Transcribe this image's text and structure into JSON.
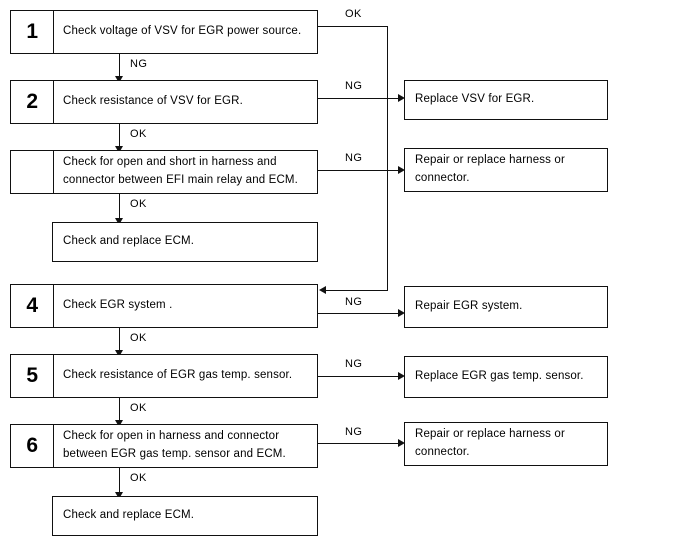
{
  "diagram": {
    "title": "EGR system troubleshooting flowchart",
    "type": "flowchart",
    "colors": {
      "line": "#111111",
      "text": "#000000",
      "background": "#ffffff"
    },
    "steps": [
      {
        "number": "1",
        "text_lines": [
          "Check voltage of VSV for EGR power source."
        ],
        "ng_label": "NG",
        "ok_label": "OK"
      },
      {
        "number": "2",
        "text_lines": [
          "Check resistance of VSV for EGR."
        ],
        "ng_label": "NG",
        "ok_label": "OK"
      },
      {
        "number": "",
        "text_lines": [
          "Check for open and short in harness and",
          "connector between EFI main relay and ECM."
        ],
        "ng_label": "NG",
        "ok_label": "OK"
      },
      {
        "number": "4",
        "text_lines": [
          "Check EGR system ."
        ],
        "ng_label": "NG",
        "ok_label": "OK"
      },
      {
        "number": "5",
        "text_lines": [
          "Check resistance of EGR gas temp. sensor."
        ],
        "ng_label": "NG",
        "ok_label": "OK"
      },
      {
        "number": "6",
        "text_lines": [
          "Check for open in harness and connector",
          "between EGR gas temp. sensor and ECM."
        ],
        "ng_label": "NG",
        "ok_label": "OK"
      }
    ],
    "terminals": [
      {
        "text_lines": [
          "Check and replace ECM."
        ]
      },
      {
        "text_lines": [
          "Check and replace ECM."
        ]
      }
    ],
    "results": [
      {
        "text_lines": [
          "Replace VSV for EGR."
        ]
      },
      {
        "text_lines": [
          "Repair or replace harness or",
          "connector."
        ]
      },
      {
        "text_lines": [
          "Repair EGR system."
        ]
      },
      {
        "text_lines": [
          "Replace EGR gas temp. sensor."
        ]
      },
      {
        "text_lines": [
          "Repair or replace harness or",
          "connector."
        ]
      }
    ],
    "edge_labels": {
      "ok_1": "OK",
      "ng_1": "NG",
      "ng_2": "NG",
      "ok_2": "OK",
      "ng_3": "NG",
      "ok_3": "OK",
      "ng_4": "NG",
      "ok_4": "OK",
      "ng_5": "NG",
      "ok_5": "OK",
      "ng_6": "NG",
      "ok_6": "OK"
    }
  }
}
